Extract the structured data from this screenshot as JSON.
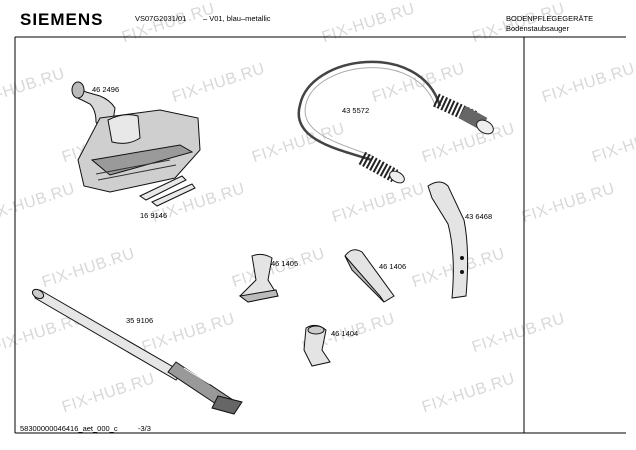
{
  "header": {
    "brand": "SIEMENS",
    "model": "VS07G2031/01",
    "variant": "– V01, blau–metallic",
    "category": "BODENPFLEGEGERÄTE",
    "subcategory": "Bodenstaubsauger"
  },
  "parts": [
    {
      "id": "462496",
      "label": "46 2496"
    },
    {
      "id": "169146",
      "label": "16 9146"
    },
    {
      "id": "435572",
      "label": "43 5572"
    },
    {
      "id": "436468",
      "label": "43 6468"
    },
    {
      "id": "461405",
      "label": "46 1405"
    },
    {
      "id": "461406",
      "label": "46 1406"
    },
    {
      "id": "359106",
      "label": "35 9106"
    },
    {
      "id": "461404",
      "label": "46 1404"
    }
  ],
  "footer": {
    "doc_code": "58300000046416_aet_000_c",
    "page": "-3/3"
  },
  "watermark": {
    "text": "FIX-HUB.RU",
    "color": "#b9b9b9"
  },
  "icons": [
    "floor-nozzle-icon",
    "bristle-strips-icon",
    "hose-icon",
    "curved-handle-icon",
    "upholstery-nozzle-icon",
    "crevice-nozzle-icon",
    "telescopic-tube-icon",
    "small-brush-nozzle-icon"
  ]
}
